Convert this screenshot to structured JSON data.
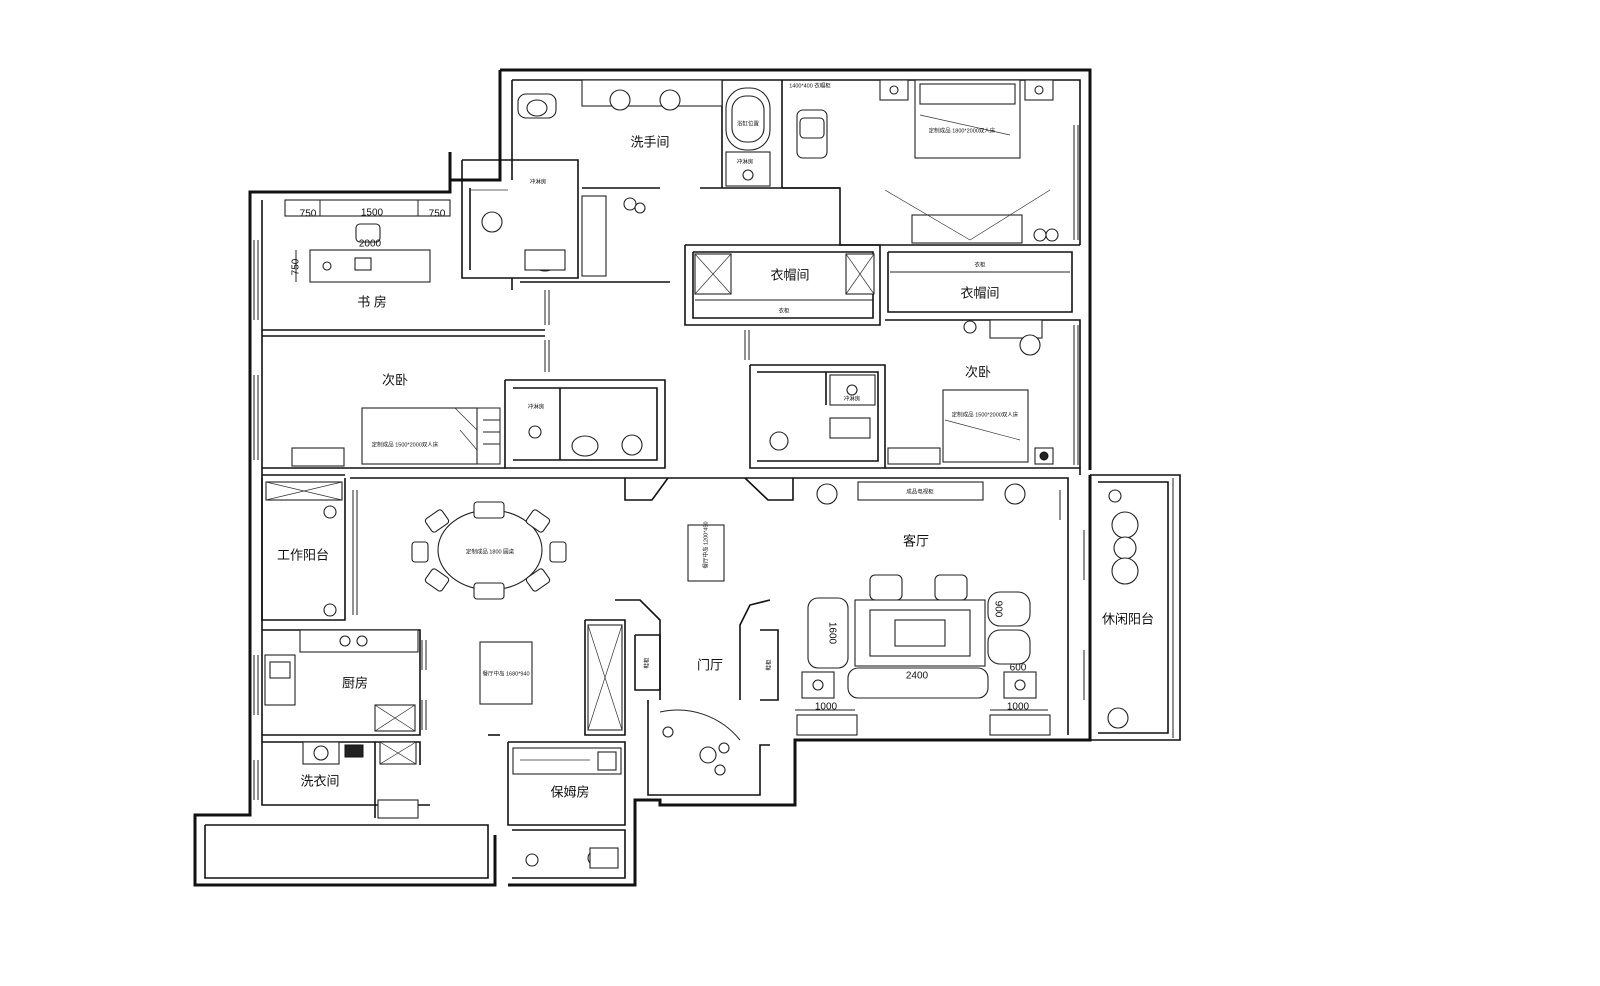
{
  "rooms": {
    "bathroom_main": "洗手间",
    "study": "书 房",
    "closet_a": "衣帽间",
    "closet_b": "衣帽间",
    "bedroom_left": "次卧",
    "bedroom_right": "次卧",
    "work_balcony": "工作阳台",
    "living_room": "客厅",
    "leisure_balcony": "休闲阳台",
    "kitchen": "厨房",
    "foyer": "门厅",
    "laundry": "洗衣间",
    "maid_room": "保姆房"
  },
  "dimensions": {
    "study_left": "750",
    "study_mid": "1500",
    "study_right": "750",
    "study_desk": "2000",
    "study_depth": "750",
    "sofa_depth": "1600",
    "sofa_width": "2400",
    "chair_size": "900",
    "side_gap": "600",
    "table_left": "1000",
    "table_right": "1000"
  },
  "fixtures": {
    "shower_1": "冲淋房",
    "shower_2": "冲淋房",
    "shower_3": "冲淋房",
    "shower_4": "冲淋房",
    "bathtub": "浴缸位置",
    "master_bed": "定制成品 1800*2000双人床",
    "bed_right": "定制成品 1500*2000双人床",
    "bed_left": "定制成品 1500*2000双人床",
    "dining_table": "定制成品 1800 圆桌",
    "side_cabinet": "餐厅中岛 1200*450",
    "kitchen_island": "餐厅中岛 1680*940",
    "wardrobe_top": "1400*400 衣帽柜",
    "wardrobe_label": "衣柜",
    "wardrobe_label_2": "衣柜",
    "tv_cabinet": "成品电视柜",
    "shoe_cabinet": "鞋柜",
    "shoe_cabinet_2": "鞋柜"
  }
}
